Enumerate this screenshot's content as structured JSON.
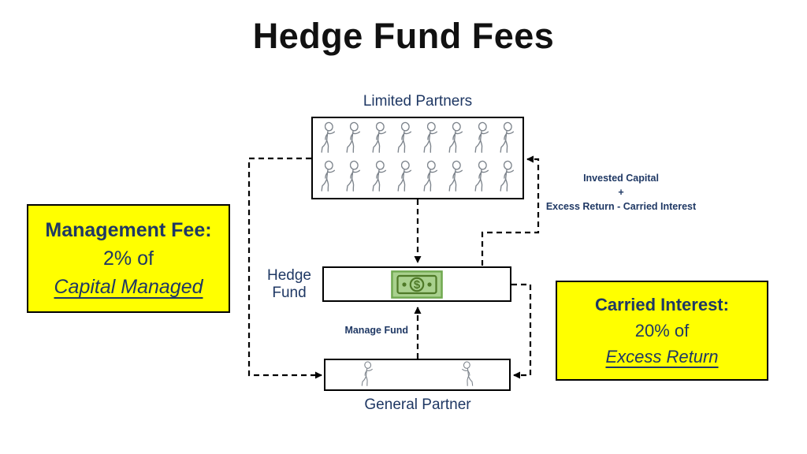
{
  "title": "Hedge Fund Fees",
  "colors": {
    "text_navy": "#1F3864",
    "title_black": "#111111",
    "highlight_yellow": "#FFFF00",
    "line_black": "#000000",
    "bill_green_light": "#A9D18E",
    "bill_green_mid": "#6FA84F",
    "bill_green_dark": "#4F7A28",
    "person_gray": "#7D848C"
  },
  "diagram": {
    "limited_partners": {
      "label": "Limited Partners",
      "member_count": 16
    },
    "hedge_fund": {
      "label_line1": "Hedge",
      "label_line2": "Fund"
    },
    "general_partner": {
      "label": "General Partner",
      "member_count": 2
    },
    "flows": {
      "lp_distribution": {
        "line1": "Invested Capital",
        "line2": "+",
        "line3": "Excess Return - Carried Interest"
      },
      "manage_fund": {
        "label": "Manage Fund"
      }
    }
  },
  "callouts": {
    "management_fee": {
      "heading": "Management Fee:",
      "rate": "2% of",
      "basis": "Capital Managed"
    },
    "carried_interest": {
      "heading": "Carried Interest:",
      "rate": "20% of",
      "basis": "Excess Return"
    }
  },
  "icons": {
    "dollar_glyph": "$"
  }
}
